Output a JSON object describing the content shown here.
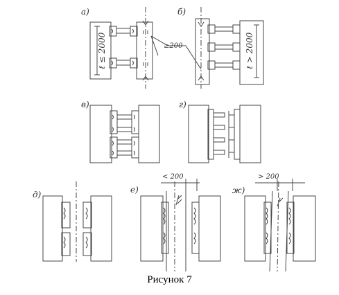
{
  "figure": {
    "caption": "Рисунок 7",
    "panels": [
      {
        "id": "a",
        "label": "а)",
        "dimension": "ℓ ≤ 2000"
      },
      {
        "id": "b",
        "label": "б)",
        "dimension": "ℓ > 2000"
      },
      {
        "id": "v",
        "label": "в)"
      },
      {
        "id": "g",
        "label": "г)"
      },
      {
        "id": "d",
        "label": "д)"
      },
      {
        "id": "e",
        "label": "е)",
        "dimension": "< 200"
      },
      {
        "id": "zh",
        "label": "ж)",
        "dimension": "> 200"
      }
    ],
    "shared_dimension": "≥200"
  },
  "colors": {
    "ink": "#444444",
    "background": "#ffffff"
  }
}
